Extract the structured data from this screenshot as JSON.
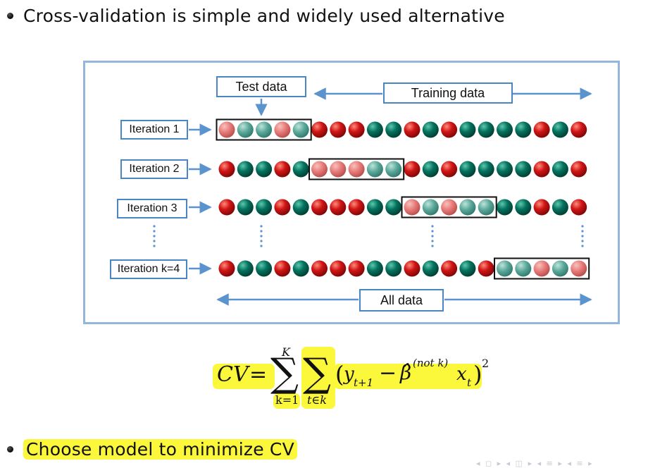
{
  "bullets": {
    "first": "Cross-validation is simple and widely used alternative",
    "last": "Choose model to minimize CV"
  },
  "figure": {
    "test_label": "Test data",
    "training_label": "Training data",
    "all_label": "All data",
    "iterations": [
      {
        "label": "Iteration 1",
        "test_start": 0
      },
      {
        "label": "Iteration 2",
        "test_start": 5
      },
      {
        "label": "Iteration 3",
        "test_start": 10
      },
      {
        "label": "Iteration k=4",
        "test_start": 15
      }
    ],
    "test_size": 5,
    "ball_colors": {
      "1": [
        "r",
        "g",
        "g",
        "r",
        "g",
        "r",
        "r",
        "r",
        "g",
        "g",
        "r",
        "g",
        "r",
        "g",
        "g",
        "g",
        "g",
        "r",
        "g",
        "r"
      ],
      "2": [
        "r",
        "g",
        "g",
        "r",
        "g",
        "r",
        "r",
        "r",
        "g",
        "g",
        "r",
        "g",
        "r",
        "g",
        "g",
        "g",
        "g",
        "r",
        "g",
        "r"
      ],
      "3": [
        "r",
        "g",
        "g",
        "r",
        "g",
        "r",
        "r",
        "r",
        "g",
        "g",
        "r",
        "g",
        "r",
        "g",
        "g",
        "g",
        "g",
        "r",
        "g",
        "r"
      ],
      "4": [
        "r",
        "g",
        "g",
        "r",
        "g",
        "r",
        "r",
        "r",
        "g",
        "g",
        "r",
        "g",
        "r",
        "g",
        "r",
        "g",
        "g",
        "r",
        "g",
        "r"
      ]
    },
    "colors": {
      "red": "#d01515",
      "green": "#04735f",
      "red_faded": "#e77a78",
      "green_faded": "#5aa89a",
      "arrow": "#5b93cf",
      "box_border": "#4a86c5",
      "frame": "#94b6dc",
      "highlight": "#fbf83c"
    }
  },
  "formula": {
    "lhs": "CV",
    "equals": "=",
    "sum_top": "K",
    "sum_bottom_1": "k=1",
    "sum_bottom_2": "t∈k",
    "open_paren": "(",
    "y": "y",
    "y_sub": "t+1",
    "minus": "−",
    "beta": "β̂",
    "beta_sup": "(not k)",
    "x": "x",
    "x_sub": "t",
    "close_paren": ")",
    "power": "2"
  },
  "nav_icons": "◂ ◻ ▸ ◂ ◫ ▸ ◂ ≡ ▸ ◂ ≡ ▸"
}
